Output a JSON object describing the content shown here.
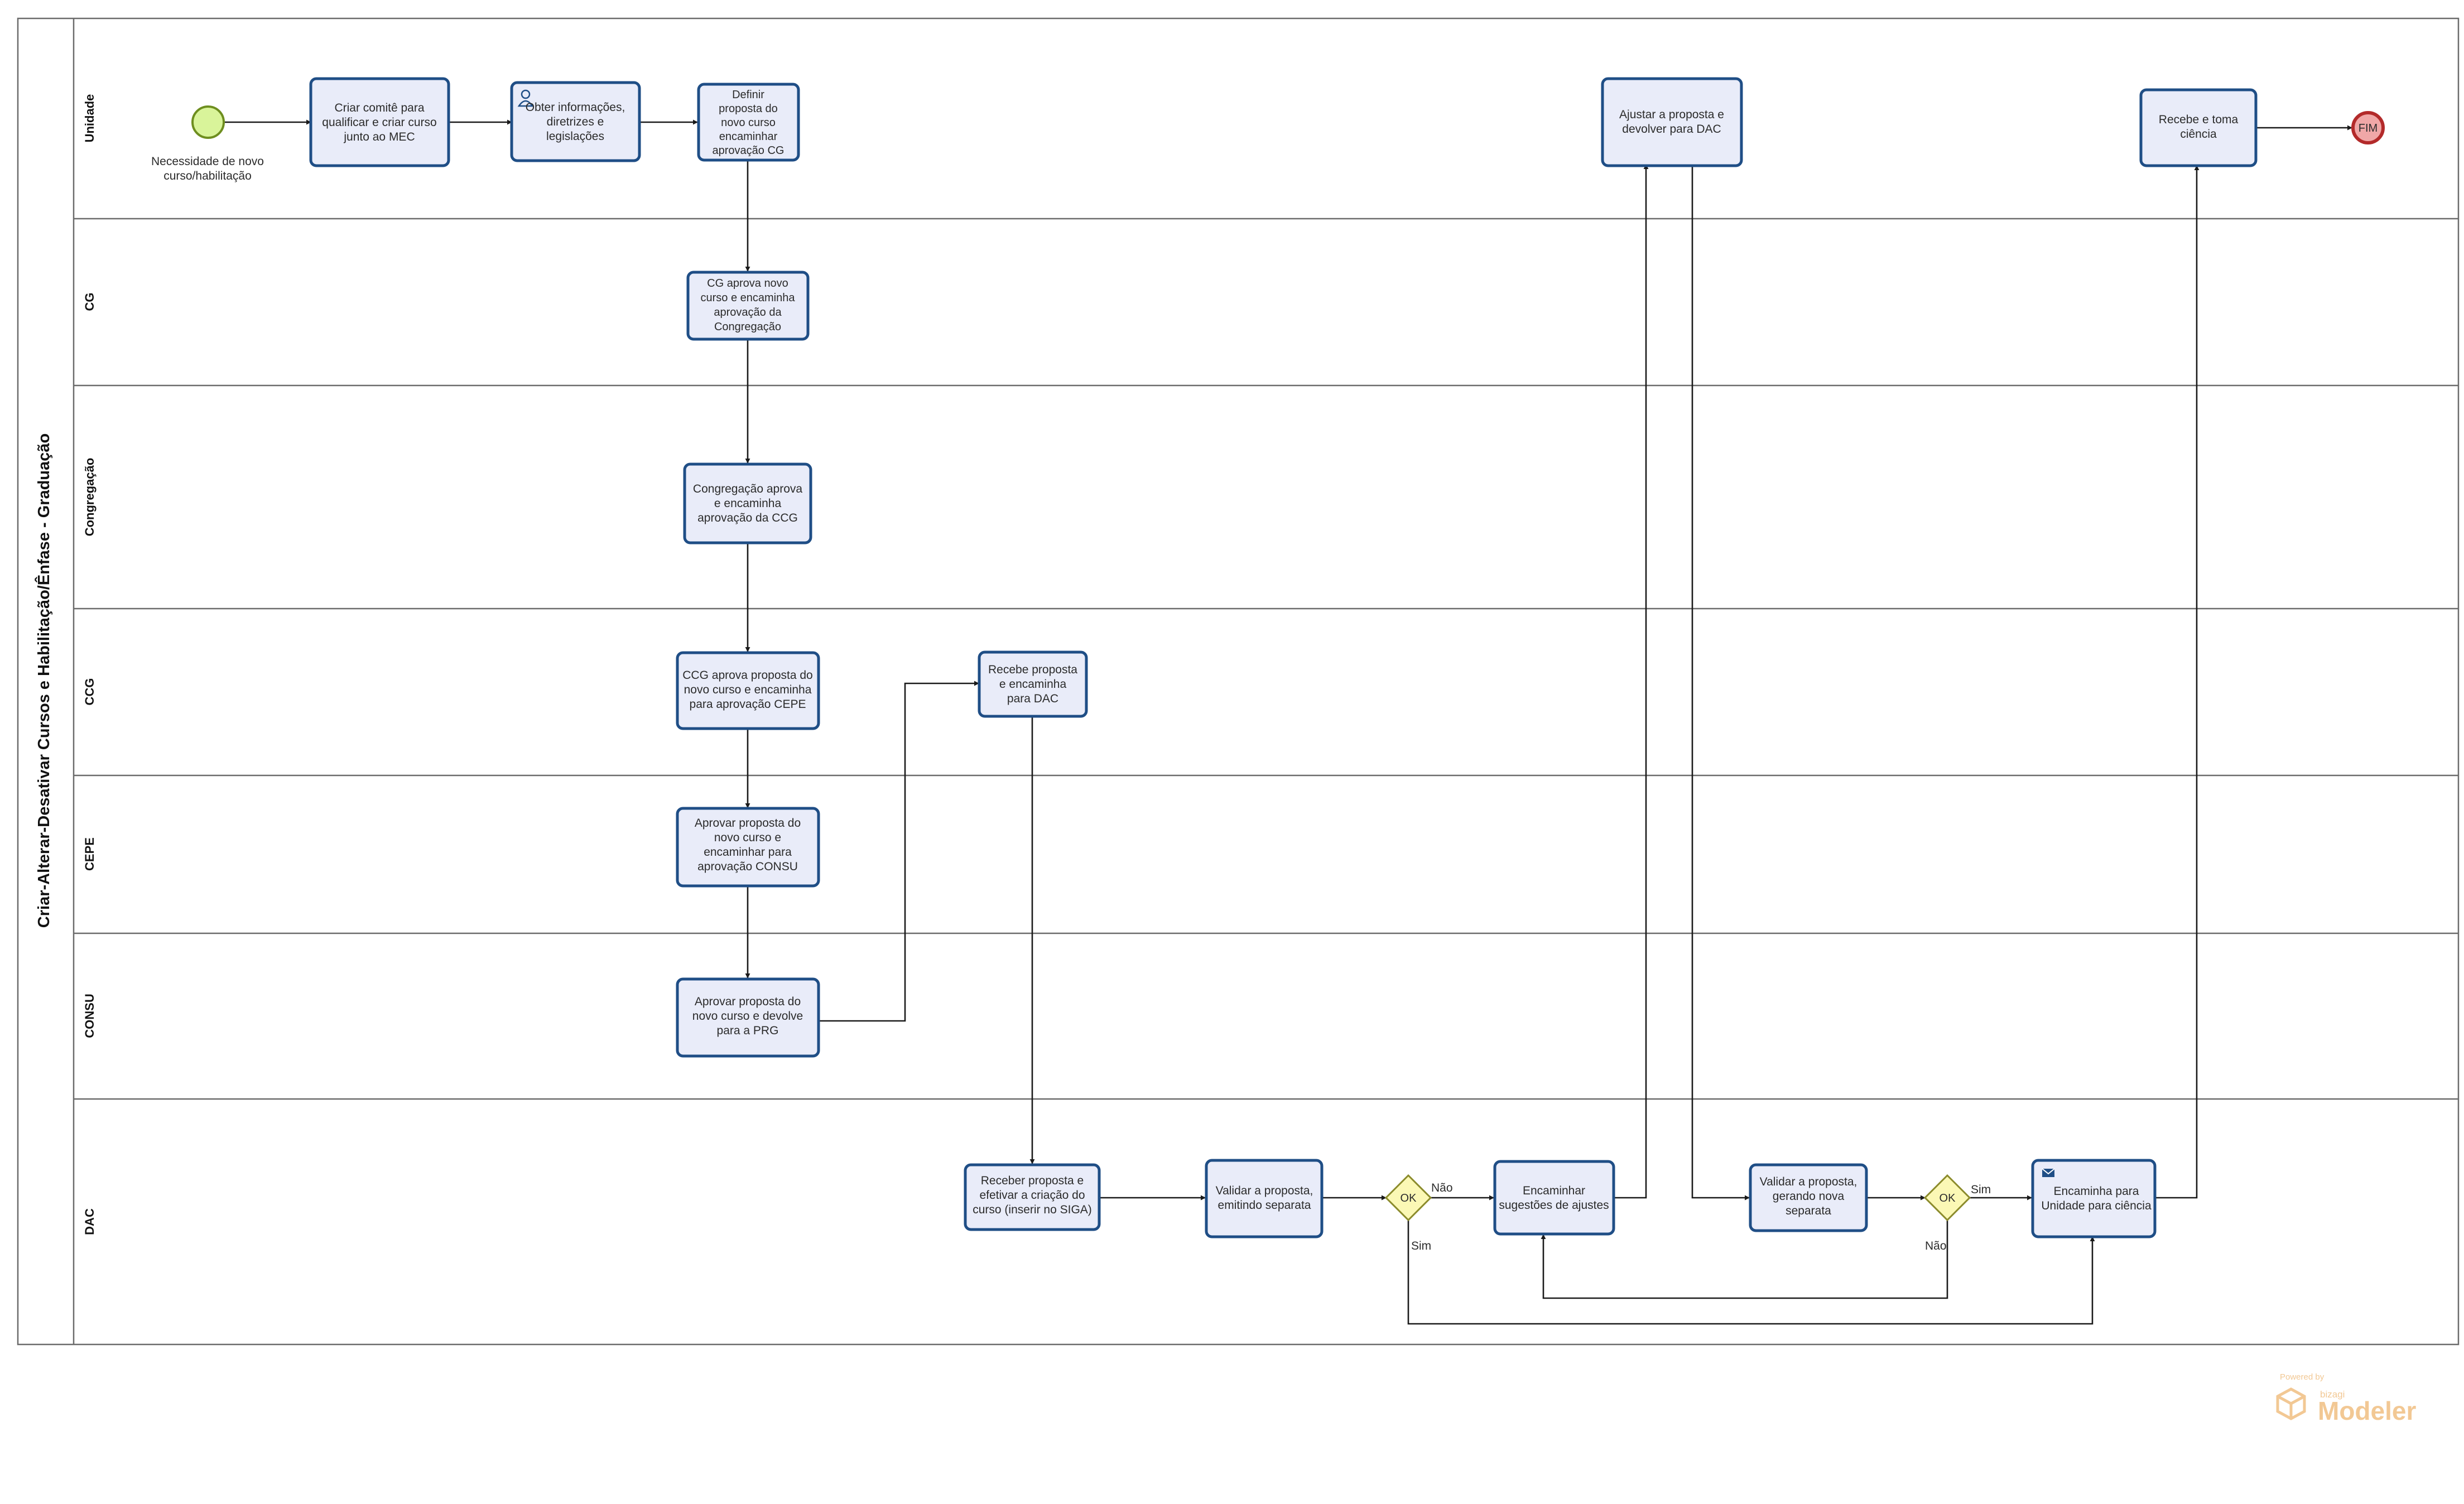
{
  "pool": {
    "title": "Criar-Alterar-Desativar  Cursos  e  Habilitação/Ênfase  -  Graduação"
  },
  "lanes": [
    {
      "id": "unidade",
      "label": "Unidade"
    },
    {
      "id": "cg",
      "label": "CG"
    },
    {
      "id": "congregacao",
      "label": "Congregação"
    },
    {
      "id": "ccg",
      "label": "CCG"
    },
    {
      "id": "cepe",
      "label": "CEPE"
    },
    {
      "id": "consu",
      "label": "CONSU"
    },
    {
      "id": "dac",
      "label": "DAC"
    }
  ],
  "start_event": {
    "label": [
      "Necessidade de novo",
      "curso/habilitação"
    ]
  },
  "end_event": {
    "label": "FIM"
  },
  "tasks": [
    {
      "id": "t1",
      "lines": [
        "Criar comitê para",
        "qualificar e criar curso",
        "junto ao MEC"
      ]
    },
    {
      "id": "t2",
      "lines": [
        "Obter informações,",
        "diretrizes e",
        "legislações"
      ],
      "icon": "user-icon"
    },
    {
      "id": "t3",
      "lines": [
        "Definir",
        "proposta do",
        "novo curso",
        "encaminhar",
        "aprovação CG"
      ]
    },
    {
      "id": "t4",
      "lines": [
        "Ajustar a proposta e",
        "devolver para DAC"
      ]
    },
    {
      "id": "t5",
      "lines": [
        "Recebe e toma",
        "ciência"
      ]
    },
    {
      "id": "t6",
      "lines": [
        "CG aprova novo",
        "curso e encaminha",
        "aprovação da",
        "Congregação"
      ]
    },
    {
      "id": "t7",
      "lines": [
        "Congregação aprova",
        "e encaminha",
        "aprovação da CCG"
      ]
    },
    {
      "id": "t8",
      "lines": [
        "CCG aprova proposta do",
        "novo curso e encaminha",
        "para aprovação CEPE"
      ]
    },
    {
      "id": "t9",
      "lines": [
        "Recebe proposta",
        "e encaminha",
        "para DAC"
      ]
    },
    {
      "id": "t10",
      "lines": [
        "Aprovar proposta do",
        "novo curso e",
        "encaminhar para",
        "aprovação CONSU"
      ]
    },
    {
      "id": "t11",
      "lines": [
        "Aprovar proposta do",
        "novo curso e devolve",
        "para a PRG"
      ]
    },
    {
      "id": "t12",
      "lines": [
        "Receber proposta e",
        "efetivar a criação do",
        "curso (inserir no SIGA)"
      ]
    },
    {
      "id": "t13",
      "lines": [
        "Validar a proposta,",
        "emitindo separata"
      ]
    },
    {
      "id": "t14",
      "lines": [
        "Encaminhar",
        "sugestões de ajustes"
      ]
    },
    {
      "id": "t15",
      "lines": [
        "Validar a proposta,",
        "gerando nova",
        "separata"
      ]
    },
    {
      "id": "t16",
      "lines": [
        "Encaminha para",
        "Unidade para ciência"
      ],
      "icon": "envelope-icon"
    }
  ],
  "gateways": [
    {
      "id": "g1",
      "label": "OK",
      "yes": "Sim",
      "no": "Não"
    },
    {
      "id": "g2",
      "label": "OK",
      "yes": "Sim",
      "no": "Não"
    }
  ],
  "branding": {
    "powered_by": "Powered by",
    "company": "bizagi",
    "product": "Modeler"
  }
}
